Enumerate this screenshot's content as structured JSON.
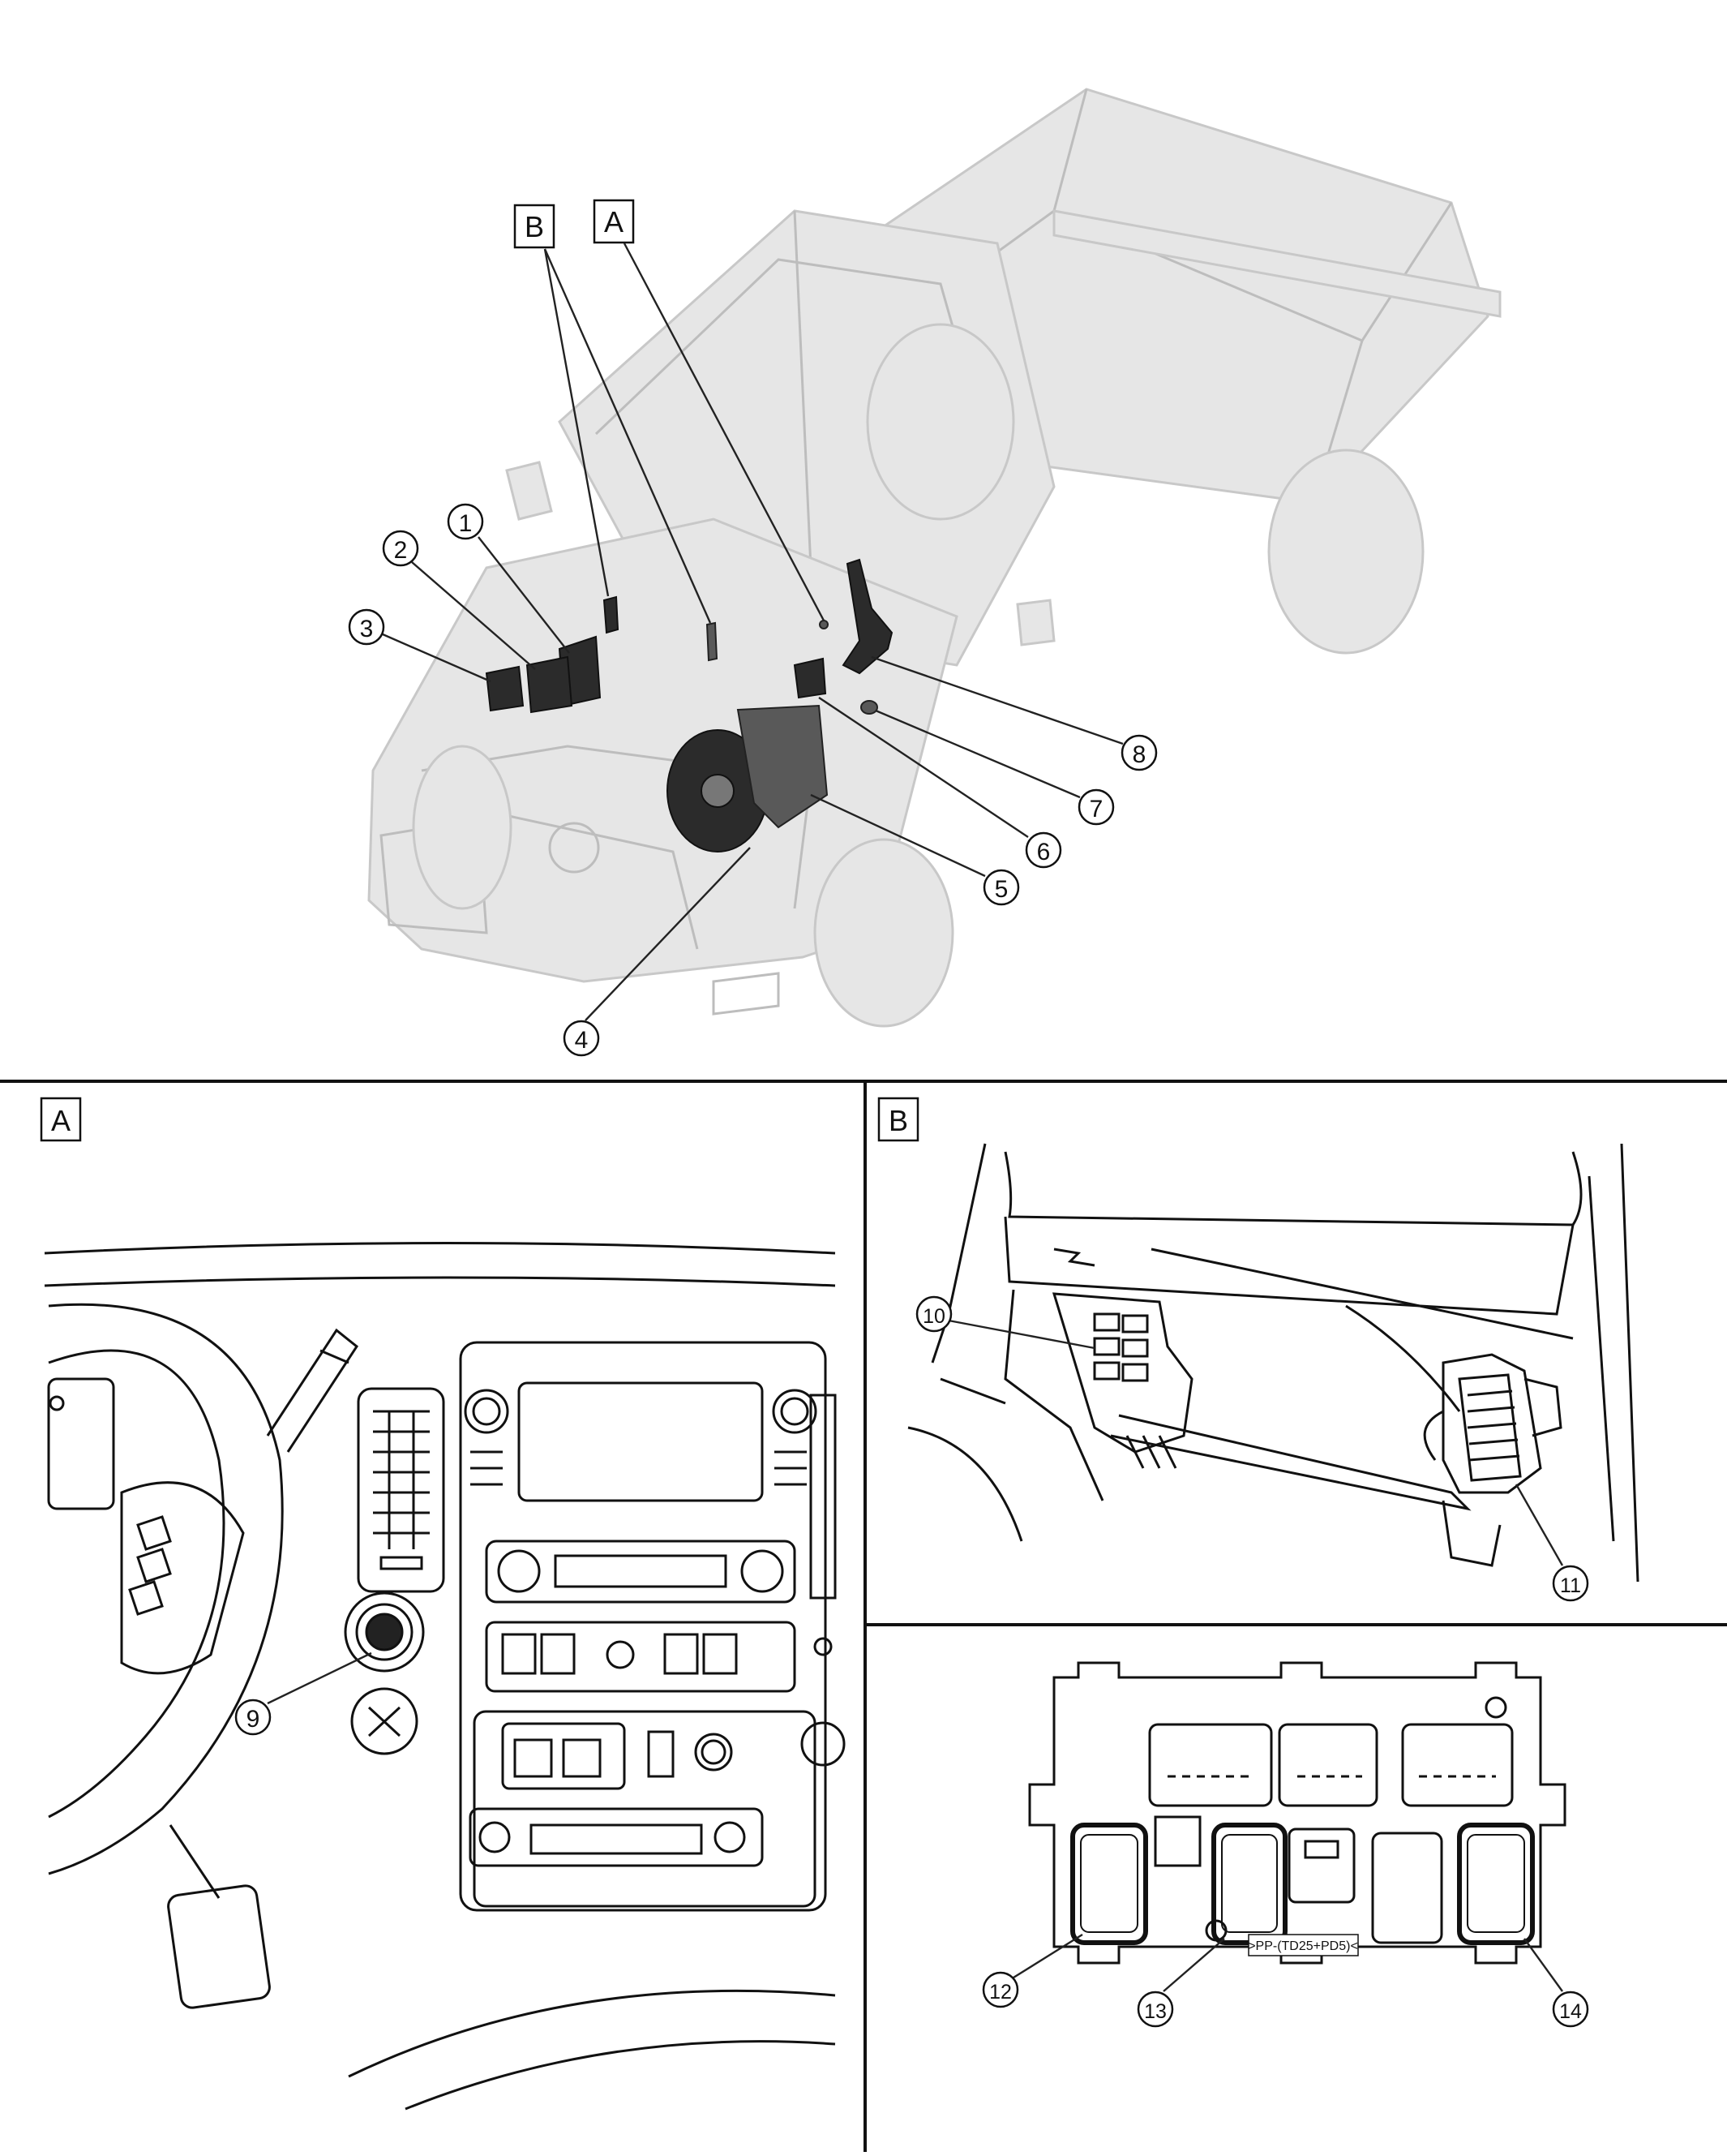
{
  "views": {
    "a": {
      "letter": "A"
    },
    "b": {
      "letter": "B"
    }
  },
  "callouts": [
    {
      "id": "1",
      "label": "1"
    },
    {
      "id": "2",
      "label": "2"
    },
    {
      "id": "3",
      "label": "3"
    },
    {
      "id": "4",
      "label": "4"
    },
    {
      "id": "5",
      "label": "5"
    },
    {
      "id": "6",
      "label": "6"
    },
    {
      "id": "7",
      "label": "7"
    },
    {
      "id": "8",
      "label": "8"
    },
    {
      "id": "9",
      "label": "9"
    },
    {
      "id": "10",
      "label": "10"
    },
    {
      "id": "11",
      "label": "11"
    },
    {
      "id": "12",
      "label": "12"
    },
    {
      "id": "13",
      "label": "13"
    },
    {
      "id": "14",
      "label": "14"
    }
  ],
  "fuse_block": {
    "marking": ">PP-(TD25+PD5)<"
  }
}
